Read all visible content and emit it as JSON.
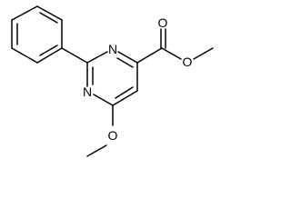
{
  "molecule": {
    "atom_labels": {
      "n_top": "N",
      "n_bottom": "N",
      "o_carbonyl": "O",
      "o_ester": "O",
      "o_methoxy": "O"
    }
  },
  "colors": {
    "background": "#ffffff",
    "bond": "#000000",
    "label": "#000000"
  }
}
